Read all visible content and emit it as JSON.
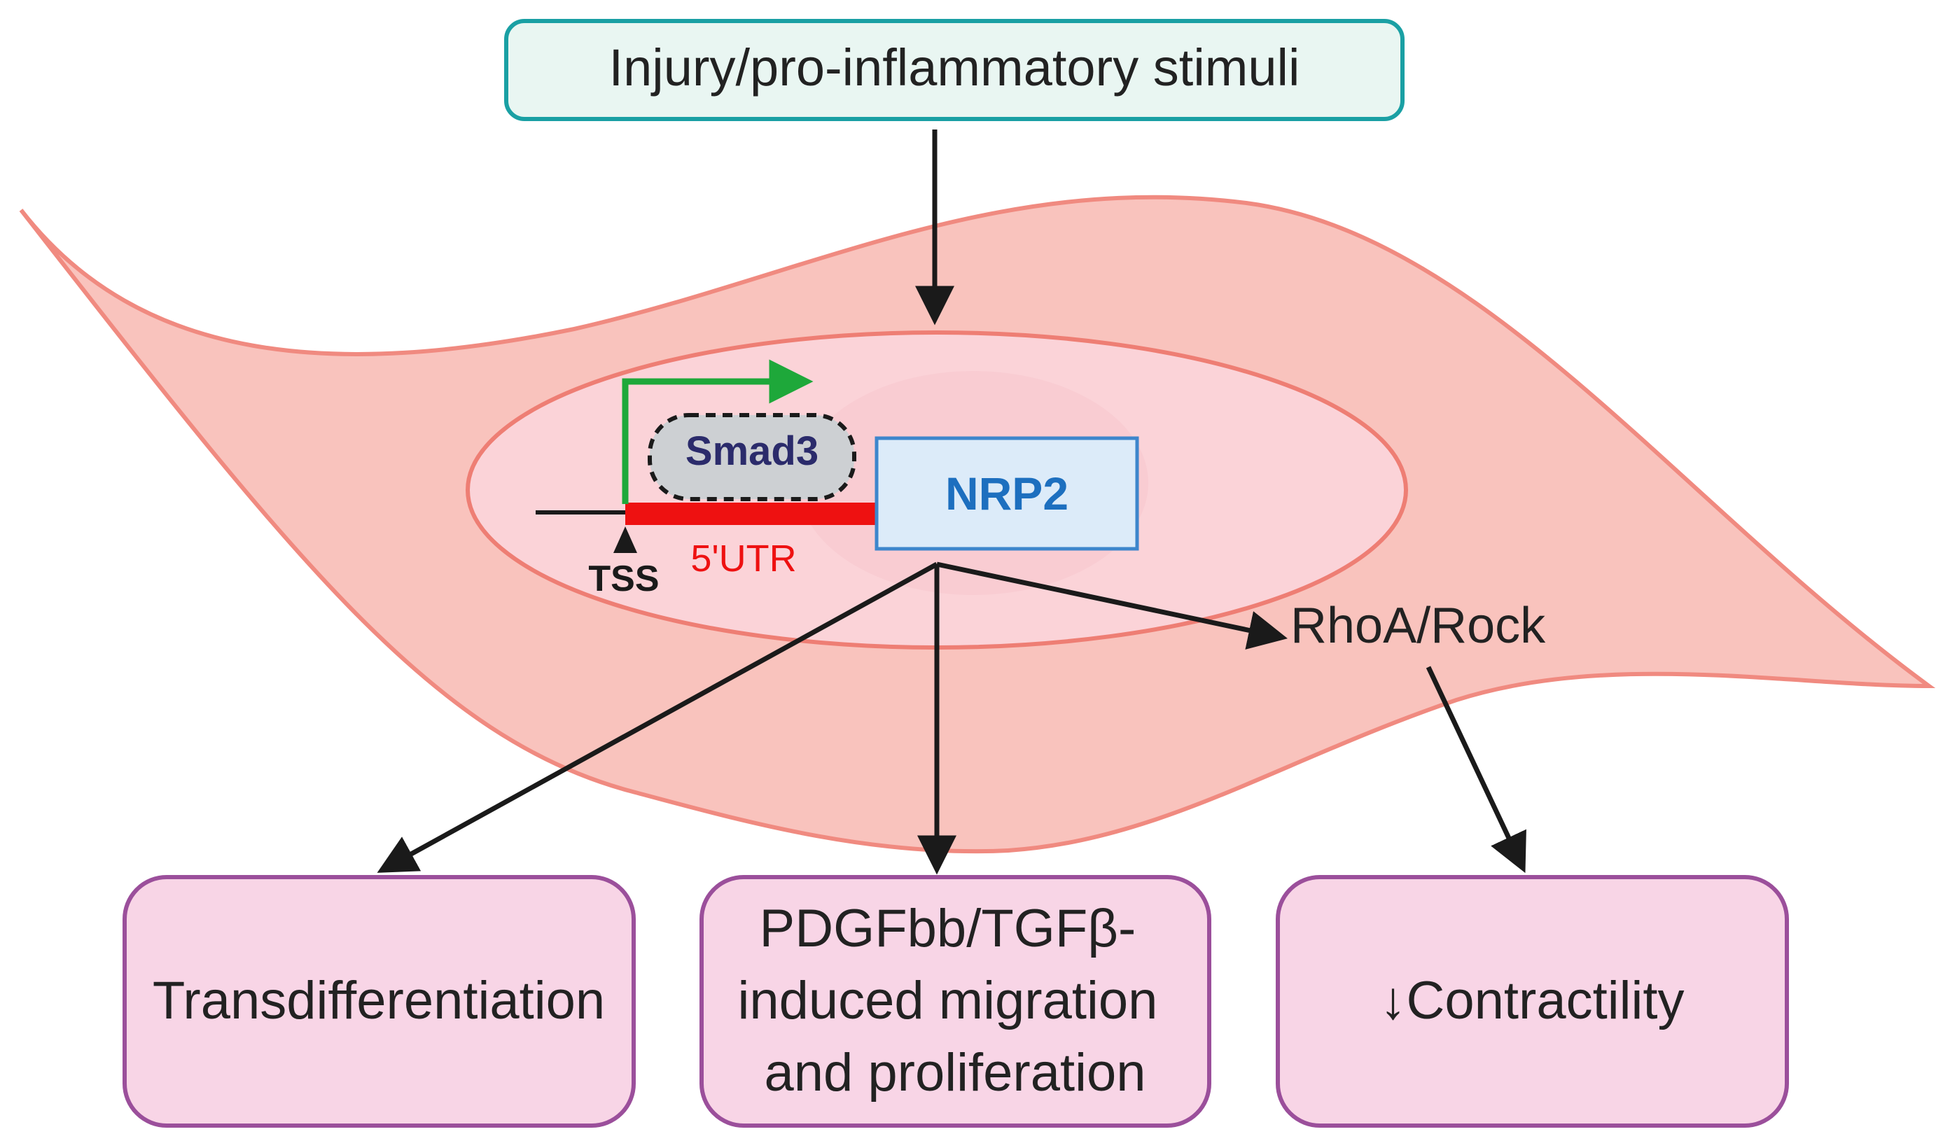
{
  "stimulus_label": "Injury/pro-inflammatory stimuli",
  "gene": {
    "name": "NRP2",
    "tf": "Smad3",
    "tss_label": "TSS",
    "utr_label": "5'UTR"
  },
  "pathway_label": "RhoA/Rock",
  "outcomes": {
    "left": "Transdifferentiation",
    "middle_lines": [
      "PDGFbb/TGFβ-",
      "induced migration",
      "and proliferation"
    ],
    "right": "↓Contractility"
  },
  "colors": {
    "cell_fill": "#f9c3bd",
    "cell_stroke": "#f08a80",
    "nucleus_fill": "#fbd3d8",
    "nucleus_stroke": "#ee7e74",
    "stim_box_fill": "#e9f6f2",
    "stim_box_stroke": "#1aa0a4",
    "outcome_fill": "#f8d5e6",
    "outcome_stroke": "#9b4f9b",
    "gene_box_fill": "#dcebf9",
    "gene_box_stroke": "#3d86cc",
    "gene_text": "#1d6fbf",
    "utr": "#ee1111",
    "arrow_green": "#1ea83a",
    "smad_fill": "#cdd0d3",
    "smad_text": "#2b2b6b",
    "arrow": "#1a1a1a"
  }
}
